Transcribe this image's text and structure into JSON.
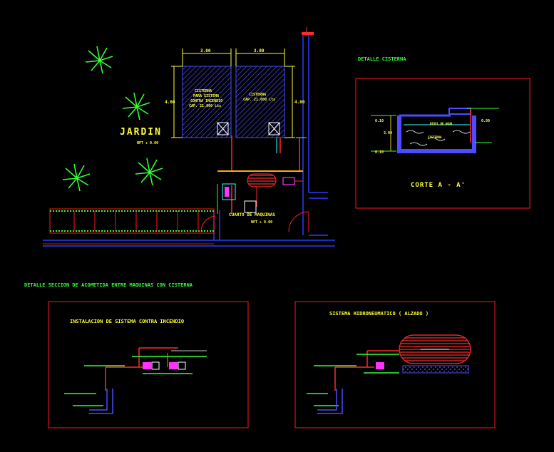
{
  "colors": {
    "background": "#000000",
    "wall": "#2a3aff",
    "frame": "#ff1a1a",
    "text_yellow": "#ffff33",
    "text_green": "#33ff33",
    "text_cyan": "#33ffff",
    "text_magenta": "#ff33ff",
    "tank_hatch": "#4d4dff",
    "pipe": "#ff2a2a",
    "plant": "#33ff33"
  },
  "plan": {
    "garden_label": "JARDIN",
    "garden_level": "NPT + 0.00",
    "cistern_left": {
      "title": "CISTERNA",
      "line2": "PARA SISTEMA",
      "line3": "CONTRA INCENDIO",
      "line4": "CAP. 21,000 Lts"
    },
    "cistern_right": {
      "title": "CISTERNA",
      "line2": "CAP. 21,000 Lts"
    },
    "dims": {
      "top_left": "3.00",
      "top_right": "3.00",
      "side_left": "4.00",
      "side_right": "4.00"
    },
    "machine_room_label": "CUARTO DE MAQUINAS",
    "machine_room_level": "NPT + 0.00"
  },
  "detail_cistern": {
    "title": "DETALLE CISTERNA",
    "section_label": "CORTE A - A'",
    "dims": [
      "0.10",
      "3.00",
      "0.10",
      "0.80"
    ],
    "water_label": "NIVEL DE AGUA",
    "inner_label": "CISTERNA"
  },
  "bottom": {
    "title": "DETALLE SECCION DE ACOMETIDA ENTRE MAQUINAS CON CISTERNA",
    "left_panel_title": "INSTALACION DE SISTEMA CONTRA INCENDIO",
    "right_panel_title": "SISTEMA HIDRONEUMATICO ( ALZADO )"
  }
}
